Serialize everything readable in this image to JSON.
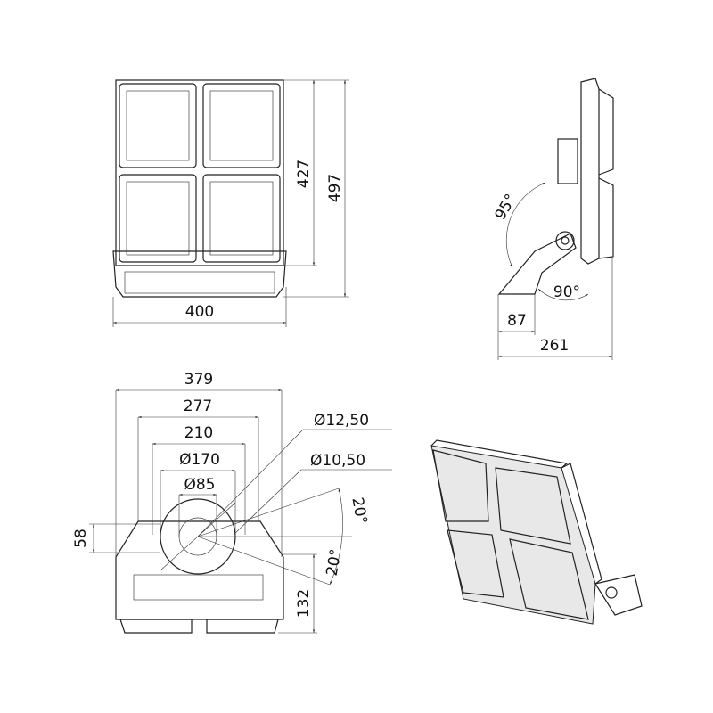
{
  "front_view": {
    "height_inner": "427",
    "height_total": "497",
    "width": "400"
  },
  "side_view": {
    "tilt_angle_up": "95°",
    "tilt_angle_down": "90°",
    "bracket_depth": "87",
    "depth_total": "261"
  },
  "mount_view": {
    "width_379": "379",
    "width_277": "277",
    "width_210": "210",
    "diameter_170": "Ø170",
    "diameter_85": "Ø85",
    "hole_12_50": "Ø12,50",
    "hole_10_50": "Ø10,50",
    "offset_58": "58",
    "angle_up": "20°",
    "angle_down": "20°",
    "height_132": "132"
  }
}
